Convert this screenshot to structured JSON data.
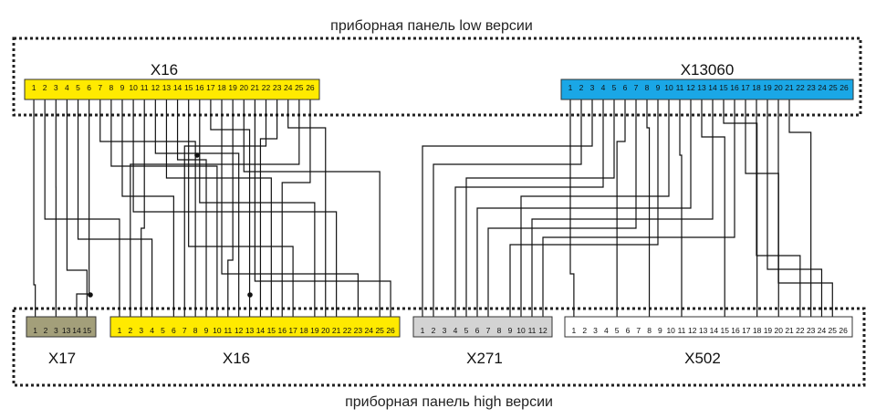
{
  "titles": {
    "top": "приборная панель low версии",
    "bottom": "приборная панель high версии"
  },
  "connectors": {
    "top_x16": {
      "name": "X16",
      "color": "#ffea00",
      "pins": [
        "1",
        "2",
        "3",
        "4",
        "5",
        "6",
        "7",
        "8",
        "9",
        "10",
        "11",
        "12",
        "13",
        "14",
        "15",
        "16",
        "17",
        "18",
        "19",
        "20",
        "21",
        "22",
        "23",
        "24",
        "25",
        "26"
      ]
    },
    "top_x13060": {
      "name": "X13060",
      "color": "#1aa7e6",
      "pins": [
        "1",
        "2",
        "3",
        "4",
        "5",
        "6",
        "7",
        "8",
        "9",
        "10",
        "11",
        "12",
        "13",
        "14",
        "15",
        "16",
        "17",
        "18",
        "19",
        "20",
        "21",
        "22",
        "23",
        "24",
        "25",
        "26"
      ]
    },
    "bot_x17": {
      "name": "X17",
      "color": "#a39f7a",
      "pins": [
        "1",
        "2",
        "3",
        "13",
        "14",
        "15"
      ]
    },
    "bot_x16": {
      "name": "X16",
      "color": "#ffea00",
      "pins": [
        "1",
        "2",
        "3",
        "4",
        "5",
        "6",
        "7",
        "8",
        "9",
        "10",
        "11",
        "12",
        "13",
        "14",
        "15",
        "16",
        "17",
        "18",
        "19",
        "20",
        "21",
        "22",
        "23",
        "24",
        "25",
        "26"
      ]
    },
    "bot_x271": {
      "name": "X271",
      "color": "#d3d3d3",
      "pins": [
        "1",
        "2",
        "3",
        "4",
        "5",
        "6",
        "7",
        "8",
        "9",
        "10",
        "11",
        "12"
      ]
    },
    "bot_x502": {
      "name": "X502",
      "color": "#ffffff",
      "pins": [
        "1",
        "2",
        "3",
        "4",
        "5",
        "6",
        "7",
        "8",
        "9",
        "10",
        "11",
        "12",
        "13",
        "14",
        "15",
        "16",
        "17",
        "18",
        "19",
        "20",
        "21",
        "22",
        "23",
        "24",
        "25",
        "26"
      ]
    }
  }
}
